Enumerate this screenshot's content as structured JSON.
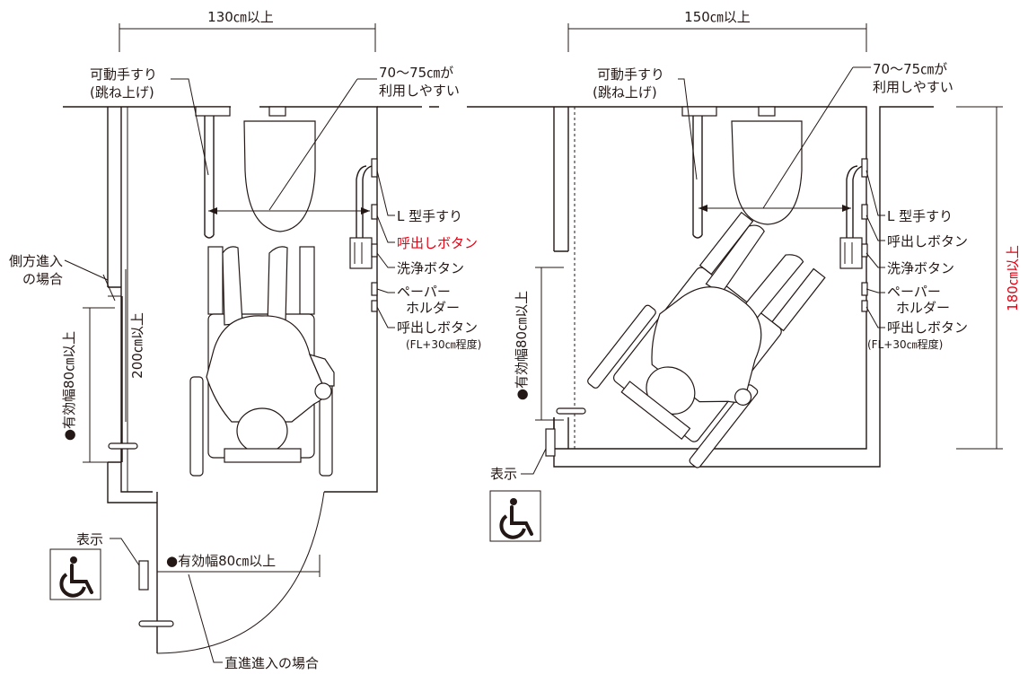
{
  "left": {
    "width_dim": "130㎝以上",
    "depth_dim": "200㎝以上",
    "handrail_label_1": "可動手すり",
    "handrail_label_2": "(跳ね上げ)",
    "reach_label_1": "70～75㎝が",
    "reach_label_2": "利用しやすい",
    "l_rail": "L 型手すり",
    "call_button": "呼出しボタン",
    "flush_button": "洗浄ボタン",
    "paper_1": "ペーパー",
    "paper_2": "ホルダー",
    "call_button_low": "呼出しボタン",
    "call_button_low_note": "(FL+30㎝程度)",
    "side_entry_1": "側方進入",
    "side_entry_2": "の場合",
    "side_width": "●有効幅80㎝以上",
    "front_width": "●有効幅80㎝以上",
    "sign_label": "表示",
    "front_entry": "直進進入の場合"
  },
  "right": {
    "width_dim": "150㎝以上",
    "depth_dim": "180㎝以上",
    "handrail_label_1": "可動手すり",
    "handrail_label_2": "(跳ね上げ)",
    "reach_label_1": "70～75㎝が",
    "reach_label_2": "利用しやすい",
    "l_rail": "L 型手すり",
    "call_button": "呼出しボタン",
    "flush_button": "洗浄ボタン",
    "paper_1": "ペーパー",
    "paper_2": "ホルダー",
    "call_button_low": "呼出しボタン",
    "call_button_low_note": "(FL+30㎝程度)",
    "side_width": "●有効幅80㎝以上",
    "sign_label": "表示"
  },
  "colors": {
    "ink": "#231815",
    "highlight": "#e60012"
  },
  "icons": [
    "wheelchair-accessibility-icon"
  ]
}
